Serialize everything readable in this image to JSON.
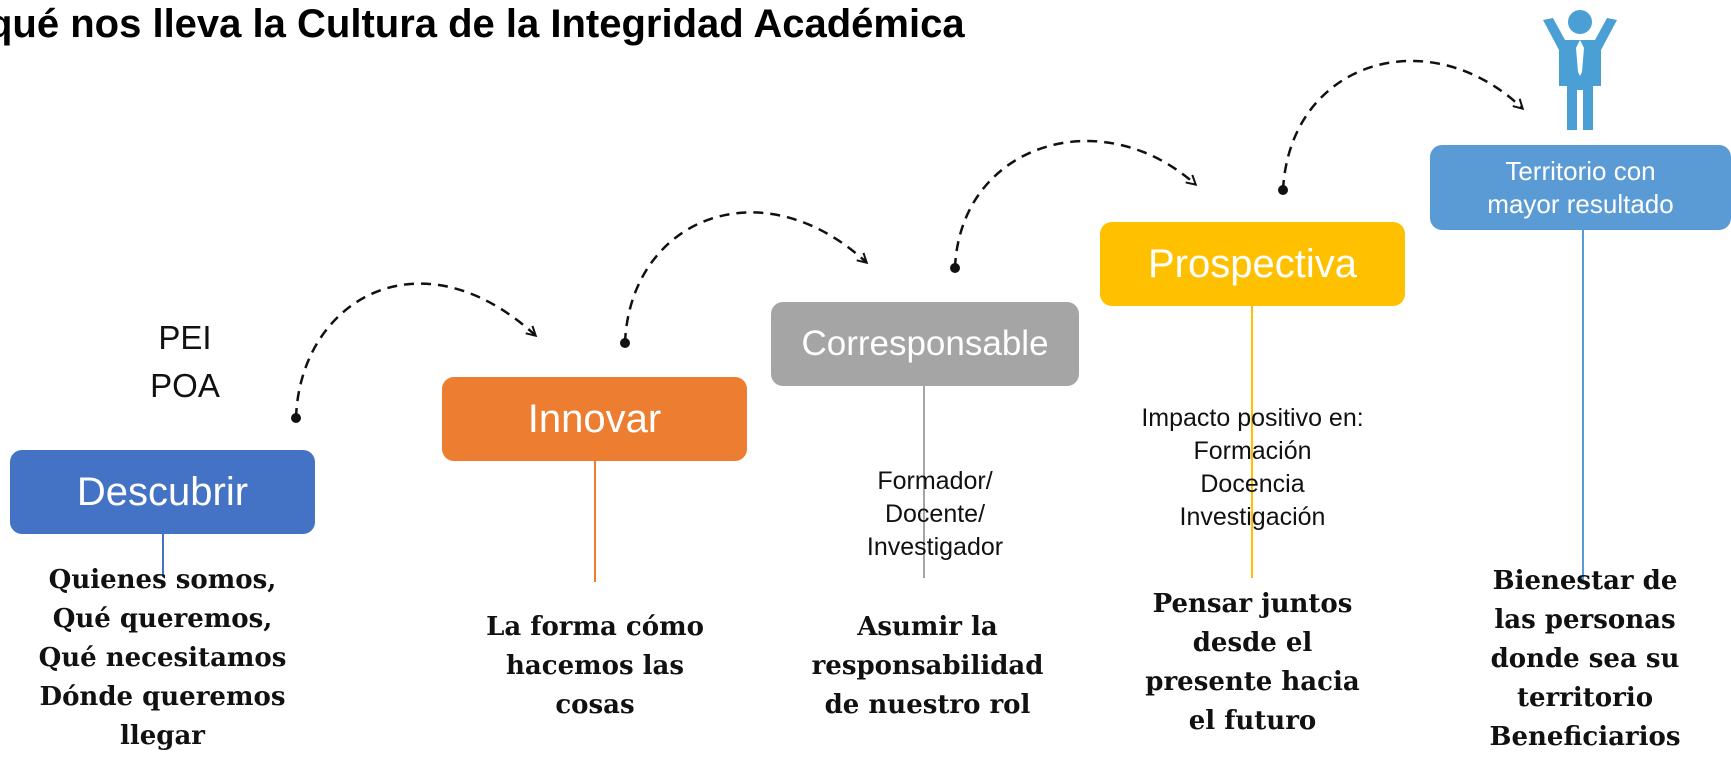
{
  "title": "qué nos lleva la Cultura de la Integridad Académica",
  "pre_stage_label": "PEI\nPOA",
  "stages": [
    {
      "label": "Descubrir",
      "color": "#4472C4",
      "note": "",
      "description": "Quienes somos,\nQué queremos,\nQué necesitamos\nDónde queremos\nllegar"
    },
    {
      "label": "Innovar",
      "color": "#ED7D31",
      "note": "",
      "description": "La forma cómo\nhacemos las\ncosas"
    },
    {
      "label": "Corresponsable",
      "color": "#A5A5A5",
      "note": "Formador/\nDocente/\nInvestigador",
      "description": "Asumir la\nresponsabilidad\nde nuestro rol"
    },
    {
      "label": "Prospectiva",
      "color": "#FFC000",
      "note": "Impacto positivo en:\nFormación\nDocencia\nInvestigación",
      "description": "Pensar juntos\ndesde el\npresente hacia\nel futuro"
    },
    {
      "label": "Territorio con\nmayor resultado",
      "color": "#5B9BD5",
      "note": "",
      "description": "Bienestar de\nlas personas\ndonde sea su\nterritorio\nBeneficiarios"
    }
  ],
  "icons": {
    "person": "person-arms-raised-icon"
  }
}
